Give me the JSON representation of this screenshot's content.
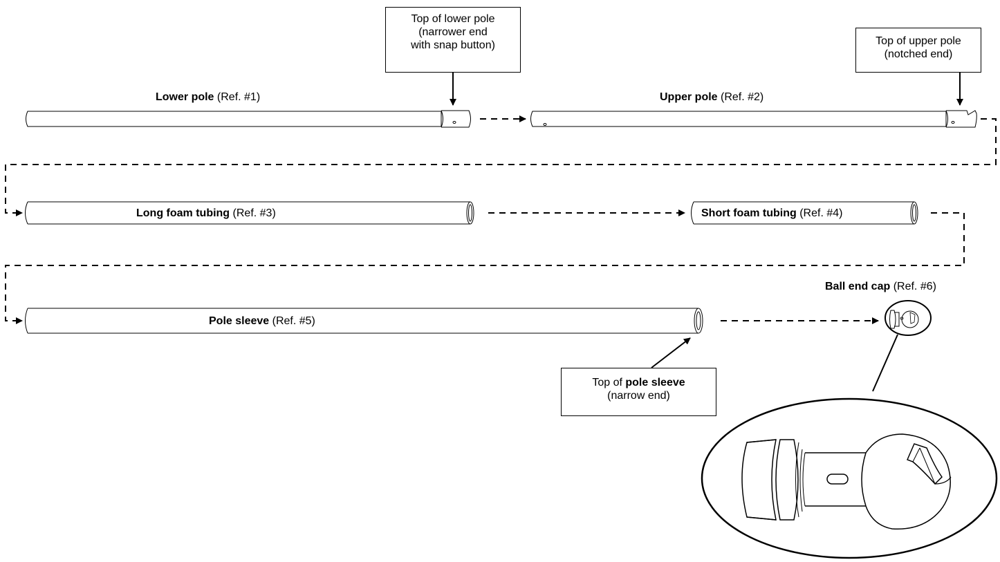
{
  "parts": {
    "lower_pole": {
      "name": "Lower pole",
      "ref": "(Ref. #1)"
    },
    "upper_pole": {
      "name": "Upper pole",
      "ref": "(Ref. #2)"
    },
    "long_foam": {
      "name": "Long foam tubing",
      "ref": "(Ref. #3)"
    },
    "short_foam": {
      "name": "Short foam tubing",
      "ref": "(Ref. #4)"
    },
    "pole_sleeve": {
      "name": "Pole sleeve",
      "ref": "(Ref. #5)"
    },
    "ball_cap": {
      "name": "Ball end cap",
      "ref": "(Ref. #6)"
    }
  },
  "callouts": {
    "lower_top": {
      "line1": "Top of lower pole",
      "line2": "(narrower end",
      "line3": "with snap button)"
    },
    "upper_top": {
      "line1": "Top of upper pole",
      "line2": "(notched end)"
    },
    "sleeve_top": {
      "prefix": "Top of ",
      "bold": "pole sleeve",
      "line2": "(narrow end)"
    }
  }
}
